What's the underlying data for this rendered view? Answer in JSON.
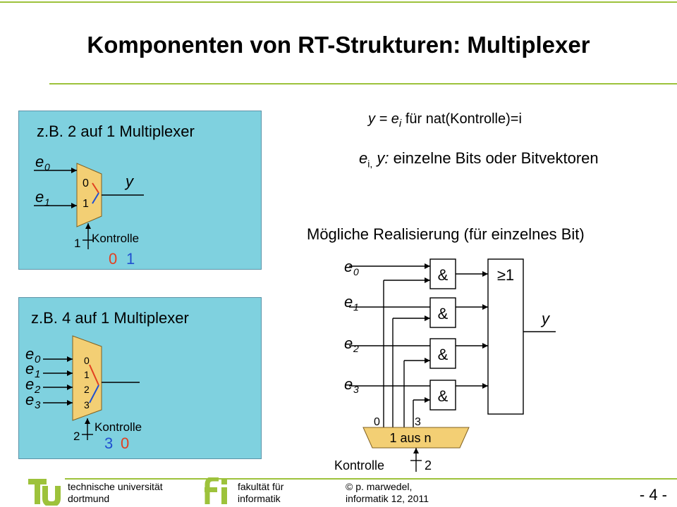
{
  "slide": {
    "title": "Komponenten von RT-Strukturen: Multiplexer",
    "page_number": "- 4 -",
    "accent_color": "#9dc23b",
    "box_color": "#7fd1df"
  },
  "mux2": {
    "heading": "z.B. 2 auf 1 Multiplexer",
    "input0": "e",
    "input0_sub": "0",
    "input1": "e",
    "input1_sub": "1",
    "port0": "0",
    "port1": "1",
    "output": "y",
    "control_label": "Kontrolle",
    "control_width": "1",
    "value_a": "0",
    "value_b": "1"
  },
  "mux4": {
    "heading": "z.B. 4 auf 1 Multiplexer",
    "inputs": [
      {
        "name": "e",
        "sub": "0"
      },
      {
        "name": "e",
        "sub": "1"
      },
      {
        "name": "e",
        "sub": "2"
      },
      {
        "name": "e",
        "sub": "3"
      }
    ],
    "ports": [
      "0",
      "1",
      "2",
      "3"
    ],
    "control_label": "Kontrolle",
    "control_width": "2",
    "value_a": "3",
    "value_b": "0"
  },
  "definition": {
    "line1_pre": "y = e",
    "line1_sub": "i",
    "line1_post": " für nat(Kontrolle)=i",
    "line2_pre": "e",
    "line2_sub": "i,",
    "line2_mid": " y:",
    "line2_post": " einzelne Bits oder Bitvektoren"
  },
  "realization": {
    "heading": "Mögliche Realisierung (für einzelnes Bit)",
    "inputs": [
      {
        "name": "e",
        "sub": "0"
      },
      {
        "name": "e",
        "sub": "1"
      },
      {
        "name": "e",
        "sub": "2"
      },
      {
        "name": "e",
        "sub": "3"
      }
    ],
    "and_gate": "&",
    "or_gate": "≥1",
    "output": "y",
    "decoder": "1 aus n",
    "decoder_first": "0",
    "decoder_last": "3",
    "control_label": "Kontrolle",
    "control_width": "2"
  },
  "footer": {
    "uni_line1": "technische universität",
    "uni_line2": "dortmund",
    "fak_line1": "fakultät für",
    "fak_line2": "informatik",
    "copy_line1": "© p. marwedel,",
    "copy_line2": "informatik 12,  2011"
  }
}
